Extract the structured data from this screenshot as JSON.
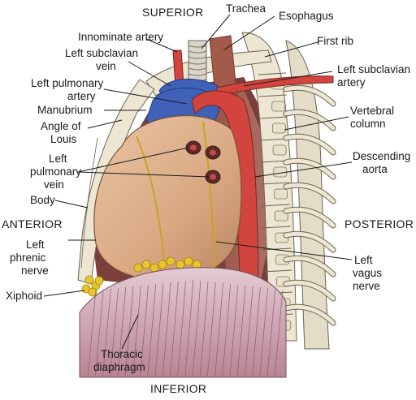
{
  "directions": {
    "superior": "SUPERIOR",
    "inferior": "INFERIOR",
    "anterior": "ANTERIOR",
    "posterior": "POSTERIOR"
  },
  "labels": {
    "trachea": "Trachea",
    "esophagus": "Esophagus",
    "innominate_artery": "Innominate artery",
    "first_rib": "First rib",
    "left_subclavian_vein": [
      "Left subclavian",
      "vein"
    ],
    "left_subclavian_artery": [
      "Left subclavian",
      "artery"
    ],
    "left_pulmonary_artery": [
      "Left pulmonary",
      "artery"
    ],
    "vertebral_column": [
      "Vertebral",
      "column"
    ],
    "manubrium": "Manubrium",
    "angle_of_louis": [
      "Angle of",
      "Louis"
    ],
    "left_pulmonary_vein": [
      "Left",
      "pulmonary",
      "vein"
    ],
    "descending_aorta": [
      "Descending",
      "aorta"
    ],
    "body": "Body",
    "left_phrenic_nerve": [
      "Left",
      "phrenic",
      "nerve"
    ],
    "left_vagus_nerve": [
      "Left",
      "vagus",
      "nerve"
    ],
    "xiphoid": "Xiphoid",
    "thoracic_diaphragm": [
      "Thoracic",
      "diaphragm"
    ]
  },
  "colors": {
    "heart": "#d9a882",
    "aorta": "#d2453f",
    "pulmonary_artery": "#3f62b8",
    "bone": "#ece6d2",
    "diaphragm": "#c9a0b0",
    "fat": "#e8c52b",
    "nerve": "#c9a227"
  }
}
